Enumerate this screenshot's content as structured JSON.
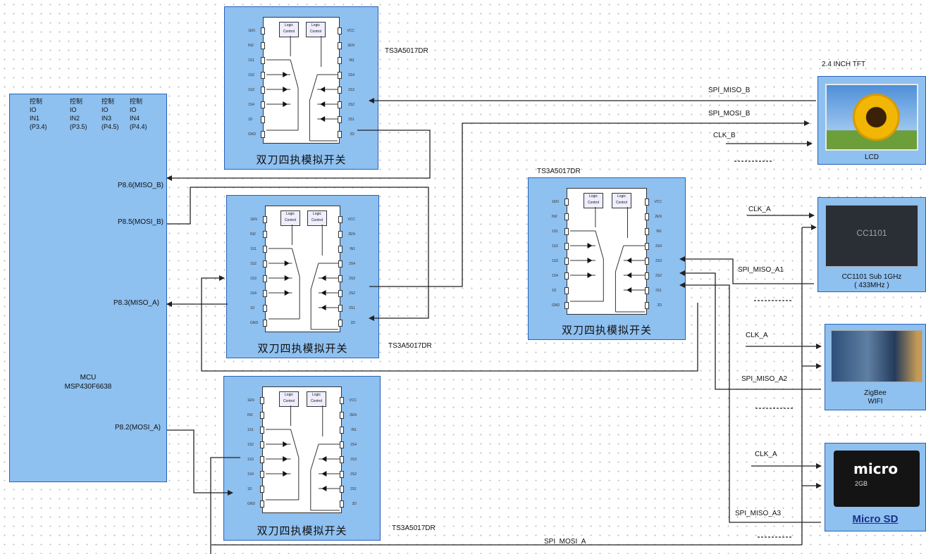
{
  "mcu": {
    "label_line1": "MCU",
    "label_line2": "MSP430F6638",
    "columns": [
      {
        "l1": "控制",
        "l2": "IO",
        "l3": "IN1",
        "l4": "(P3.4)"
      },
      {
        "l1": "控制",
        "l2": "IO",
        "l3": "IN2",
        "l4": "(P3.5)"
      },
      {
        "l1": "控制",
        "l2": "IO",
        "l3": "IN3",
        "l4": "(P4.5)"
      },
      {
        "l1": "控制",
        "l2": "IO",
        "l3": "IN4",
        "l4": "(P4.4)"
      }
    ],
    "pins": {
      "p86": "P8.6(MISO_B)",
      "p85": "P8.5(MOSI_B)",
      "p83": "P8.3(MISO_A)",
      "p82": "P8.2(MOSI_A)"
    }
  },
  "switch": {
    "title": "双刀四执模拟开关",
    "part": "TS3A5017DR",
    "logic": "Logic Control",
    "left_pins": [
      "1EN",
      "IN2",
      "1S1",
      "1S2",
      "1S3",
      "1S4",
      "1D",
      "GND"
    ],
    "right_pins": [
      "VCC",
      "2EN",
      "IN1",
      "2S4",
      "2S3",
      "2S2",
      "2S1",
      "2D"
    ]
  },
  "signals": {
    "miso_b": "SPI_MISO_B",
    "mosi_b": "SPI_MOSI_B",
    "clk_b": "CLK_B",
    "clk_a": "CLK_A",
    "miso_a1": "SPI_MISO_A1",
    "miso_a2": "SPI_MISO_A2",
    "miso_a3": "SPI_MISO_A3",
    "mosi_a": "SPI_MOSI_A"
  },
  "devices": {
    "tft_caption": "2.4 INCH TFT",
    "lcd": "LCD",
    "cc1101_l1": "CC1101 Sub 1GHz",
    "cc1101_l2": "( 433MHz )",
    "cc_chip_text": "CC1101",
    "zigbee_l1": "ZigBee",
    "zigbee_l2": "WIFI",
    "microsd": "Micro SD",
    "sd_logo": "micro",
    "sd_size": "2GB"
  },
  "colors": {
    "block_fill": "#8ec0f0",
    "block_border": "#2a62b8",
    "wire": "#222222"
  }
}
